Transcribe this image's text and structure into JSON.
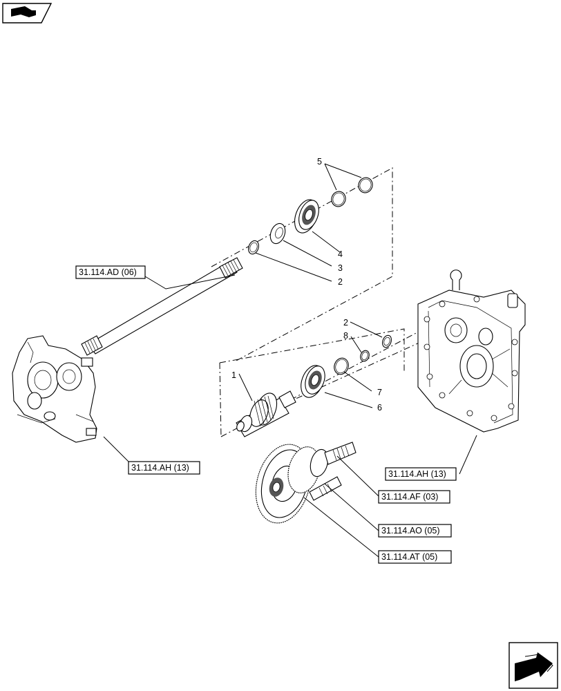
{
  "refs": {
    "ad06": "31.114.AD (06)",
    "ah13_left": "31.114.AH (13)",
    "ah13_right": "31.114.AH (13)",
    "af03": "31.114.AF (03)",
    "ao05": "31.114.AO (05)",
    "at05": "31.114.AT (05)"
  },
  "callouts": {
    "c1": "1",
    "c2_top": "2",
    "c2_mid": "2",
    "c3": "3",
    "c4": "4",
    "c5": "5",
    "c6": "6",
    "c7": "7",
    "c8": "8"
  },
  "icons": {
    "top_left": "book-page-icon",
    "bottom_right": "next-page-arrow-icon"
  }
}
